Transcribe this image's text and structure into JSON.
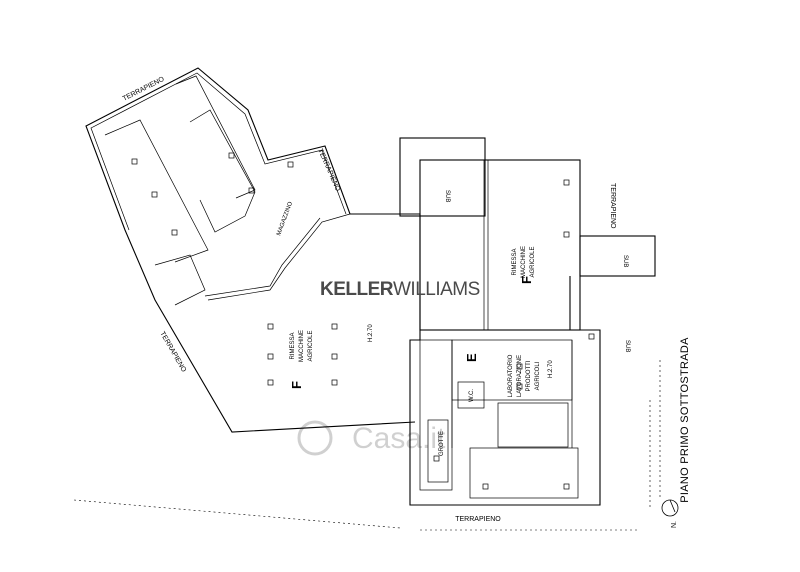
{
  "watermark": {
    "brand": "KELLERWILLIAMS",
    "brand_part1": "KELLER",
    "brand_part2": "WILLIAMS",
    "site": "Casa.it"
  },
  "plan": {
    "title": "PIANO PRIMO SOTTOSTRADA",
    "north": "N.",
    "labels": {
      "terrapieno_top": "TERRAPIENO",
      "terrapieno_mid": "TERRAPIENO",
      "terrapieno_right": "TERRAPIENO",
      "terrapieno_left": "TERRAPIENO",
      "terrapieno_bottom": "TERRAPIENO",
      "magazzino": "MAGAZZINO",
      "sub_top": "SUB",
      "sub_right_box": "SUB",
      "sub_right": "SUB",
      "rimessa_right_1": "RIMESSA",
      "rimessa_right_2": "MACCHINE",
      "rimessa_right_3": "AGRICOLE",
      "letter_f_right": "F",
      "rimessa_left_1": "RIMESSA",
      "rimessa_left_2": "MACCHINE",
      "rimessa_left_3": "AGRICOLE",
      "letter_f_left": "F",
      "height_left": "H.2.70",
      "lab_1": "LABORATORIO",
      "lab_2": "LAVORAZIONE",
      "lab_3": "PRODOTTI",
      "lab_4": "AGRICOLI",
      "height_lab": "H.2.70",
      "letter_e": "E",
      "wc": "W.C.",
      "grotte": "GROTTE"
    }
  }
}
